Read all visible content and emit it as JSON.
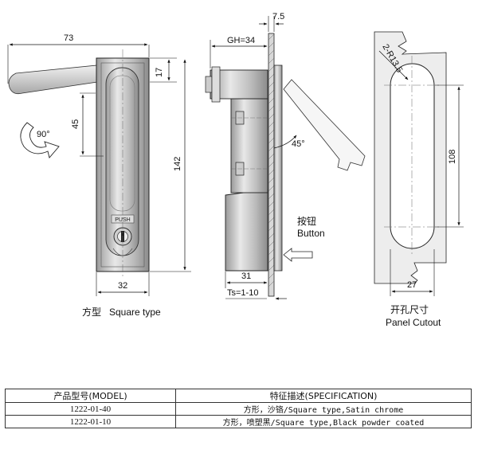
{
  "front_view": {
    "dim_width": "73",
    "dim_top": "17",
    "dim_handle": "45",
    "dim_height": "142",
    "dim_base": "32",
    "rotation": "90°",
    "key_label": "PUSH",
    "caption_cn": "方型",
    "caption_en": "Square type"
  },
  "side_view": {
    "dim_thickness": "7.5",
    "dim_gh": "GH=34",
    "dim_angle": "45°",
    "dim_depth": "31",
    "dim_ts": "Ts=1-10",
    "button_cn": "按钮",
    "button_en": "Button"
  },
  "cutout_view": {
    "dim_radius": "2-R13.5",
    "dim_height": "108",
    "dim_width": "27",
    "caption_cn": "开孔尺寸",
    "caption_en": "Panel Cutout"
  },
  "table": {
    "header_model": "产品型号(MODEL)",
    "header_spec": "特征描述(SPECIFICATION)",
    "rows": [
      {
        "model": "1222-01-40",
        "desc_cn": "方形，沙铬",
        "desc_en": "/Square type,Satin chrome"
      },
      {
        "model": "1222-01-10",
        "desc_cn": "方形，喷塑黑",
        "desc_en": "/Square type,Black powder coated"
      }
    ]
  }
}
